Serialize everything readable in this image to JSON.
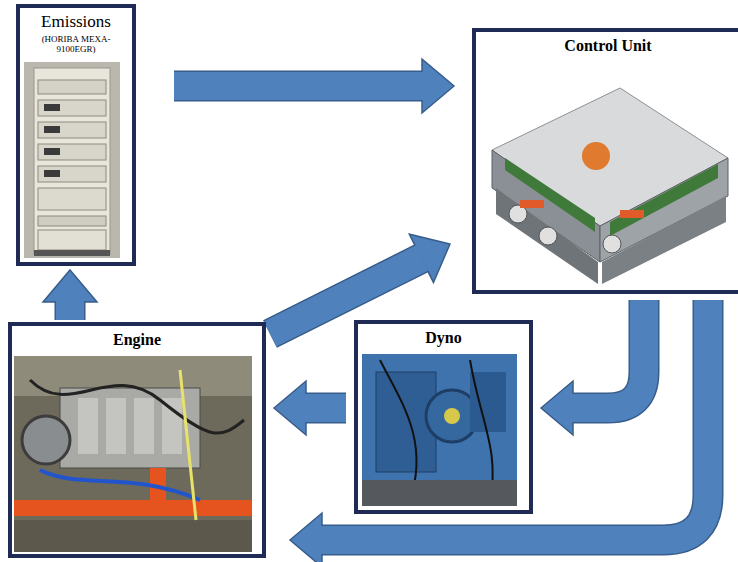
{
  "diagram": {
    "nodes": [
      {
        "text": [
          "Emissions",
          "(HORIBA MEXA-9100EGR)"
        ]
      },
      {
        "text": [
          "Control Unit"
        ]
      },
      {
        "text": [
          "Engine"
        ]
      },
      {
        "text": [
          "Dyno"
        ]
      }
    ],
    "edges": [
      {
        "from": 0,
        "to": 1,
        "arrow": "to"
      },
      {
        "from": 2,
        "to": 0,
        "arrow": "to"
      },
      {
        "from": 2,
        "to": 1,
        "arrow": "to"
      },
      {
        "from": 1,
        "to": 3,
        "arrow": "to"
      },
      {
        "from": 3,
        "to": 2,
        "arrow": "to"
      },
      {
        "from": 1,
        "to": 2,
        "arrow": "to"
      }
    ]
  }
}
